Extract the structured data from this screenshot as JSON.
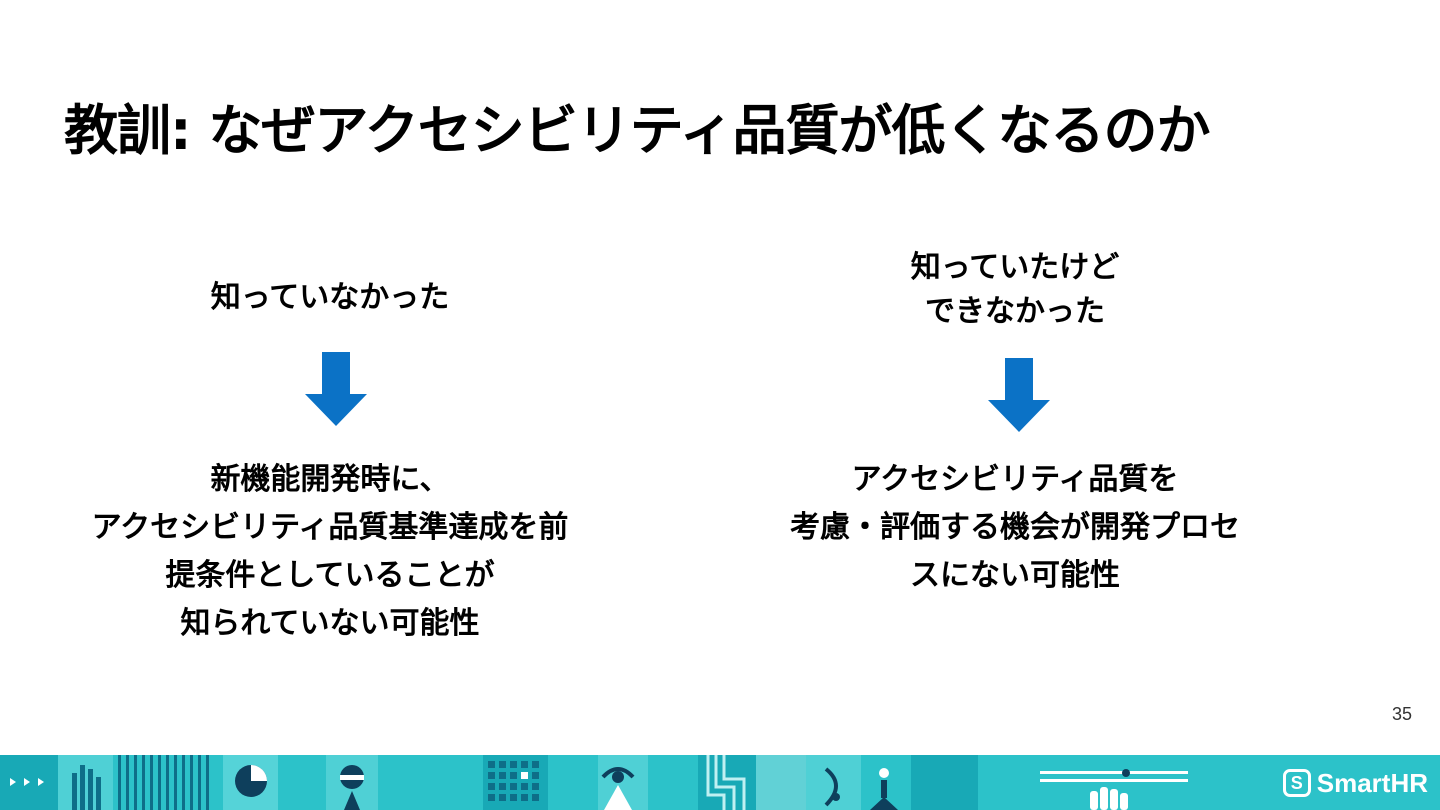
{
  "slide": {
    "title": "教訓: なぜアクセシビリティ品質が低くなるのか",
    "page_number": "35"
  },
  "columns": {
    "left": {
      "cause_lines": [
        "知っていなかった"
      ],
      "result_lines": [
        "新機能開発時に、",
        "アクセシビリティ品質基準達成を前",
        "提条件としていることが",
        "知られていない可能性"
      ]
    },
    "right": {
      "cause_lines": [
        "知っていたけど",
        "できなかった"
      ],
      "result_lines": [
        "アクセシビリティ品質を",
        "考慮・評価する機会が開発プロセ",
        "スにない可能性"
      ]
    }
  },
  "footer": {
    "logo_mark": "S",
    "logo_text": "SmartHR"
  },
  "colors": {
    "arrow": "#0b72c6",
    "footer_band": "#2cc2c9",
    "logo": "#ffffff"
  }
}
